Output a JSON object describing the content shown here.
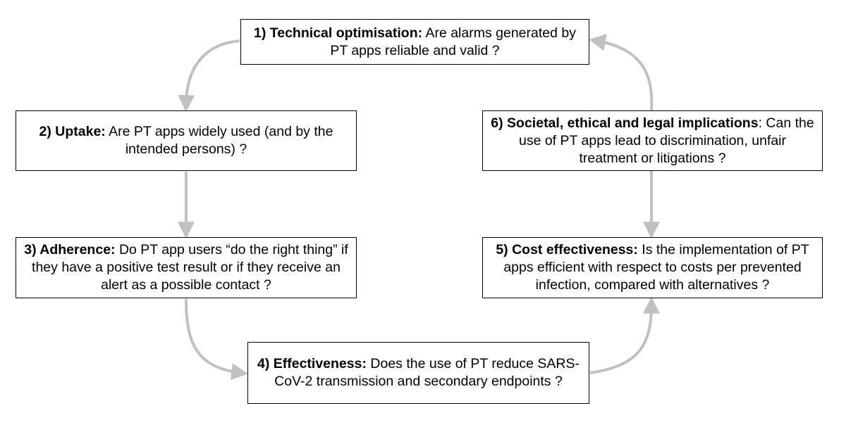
{
  "diagram": {
    "arrow_color": "#c0c0c0",
    "border_color": "#000000",
    "steps": [
      {
        "id": "1",
        "title": "1) Technical optimisation:",
        "text": " Are alarms generated by PT apps reliable and valid ?"
      },
      {
        "id": "2",
        "title": "2) Uptake:",
        "text": " Are PT apps widely used (and by the intended persons) ?"
      },
      {
        "id": "3",
        "title": "3) Adherence:",
        "text": " Do PT app users “do the right thing” if they have a positive test result or if they receive an alert as a possible contact ?"
      },
      {
        "id": "4",
        "title": "4) Effectiveness:",
        "text": " Does the use of PT reduce SARS-CoV-2 transmission and secondary endpoints ?"
      },
      {
        "id": "5",
        "title": "5) Cost effectiveness:",
        "text": " Is the implementation of PT apps efficient with respect to costs per prevented infection, compared with alternatives ?"
      },
      {
        "id": "6",
        "title": "6) Societal, ethical and legal implications",
        "text": ": Can the use of PT apps lead to discrimination, unfair treatment or litigations ?"
      }
    ]
  }
}
